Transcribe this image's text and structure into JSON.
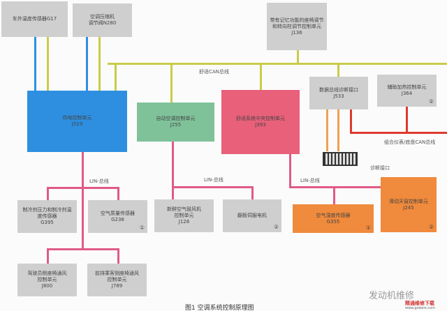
{
  "boxes": {
    "g17": {
      "name": "车外温度传感器G17"
    },
    "n280": {
      "l1": "空调压缩机",
      "l2": "调节阀N280"
    },
    "j136": {
      "l1": "带有记忆功能的座椅调节",
      "l2": "和转向柱调节控制单元",
      "code": "J136"
    },
    "j519": {
      "name": "供电控制单元",
      "code": "J519"
    },
    "j255": {
      "name": "自动空调控制单元",
      "code": "J255"
    },
    "j393": {
      "name": "舒适系统中央控制单元",
      "code": "J393"
    },
    "j533": {
      "name": "数据总线诊断接口",
      "code": "J533"
    },
    "j364": {
      "name": "辅助加热控制单元",
      "code": "J364",
      "num": "②"
    },
    "g395": {
      "l1": "制冷剂压力和制冷剂温",
      "l2": "度传感器",
      "code": "G395"
    },
    "g238": {
      "name": "空气质量传感器",
      "code": "G238",
      "num": "①"
    },
    "j128": {
      "l1": "新鲜空气鼓风机",
      "l2": "控制单元",
      "code": "J128"
    },
    "motor": {
      "name": "翻板伺服电机",
      "num": "②"
    },
    "g355": {
      "name": "空气湿度传感器",
      "code": "G355",
      "num": "①"
    },
    "j245": {
      "name": "滑动天窗控制单元",
      "code": "J245",
      "num": "②"
    },
    "j800": {
      "l1": "驾驶员侧座椅通风",
      "l2": "控制单元",
      "code": "J800"
    },
    "j789": {
      "l1": "前排乘客侧座椅通风",
      "l2": "控制单元",
      "code": "J789"
    }
  },
  "labels": {
    "can": "舒适CAN总线",
    "lin": "LIN-总线",
    "diag": "诊断接口",
    "chassis_can": "组合仪表/底盘CAN总线"
  },
  "caption": "图1  空调系统控制原理图",
  "watermark": {
    "text": "发动机维修",
    "site": "精通维修下载",
    "url": "www.gzweix.com"
  },
  "colors": {
    "can": "#c9cc48",
    "lin": "#e05a86",
    "j519": "#2e8fe0",
    "j255": "#7fc29a",
    "j393": "#e8607a",
    "orange": "#f08a3c",
    "chassis": "#de3a2e"
  }
}
